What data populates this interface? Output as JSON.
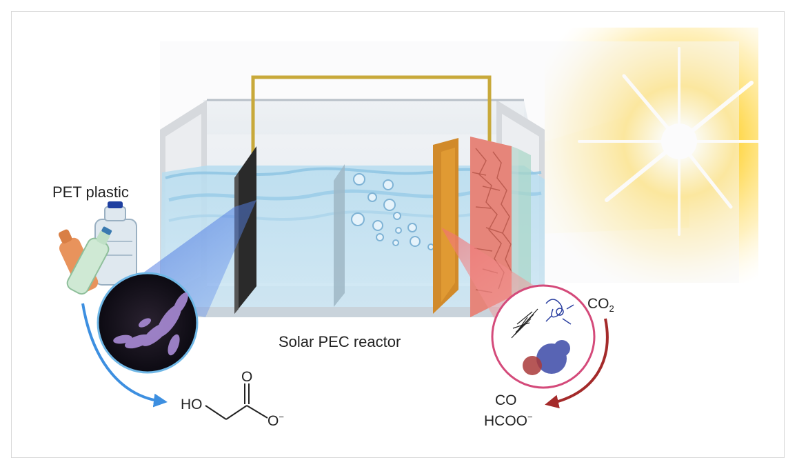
{
  "labels": {
    "pet_plastic": "PET plastic",
    "reactor": "Solar PEC reactor",
    "co2_main": "CO",
    "co2_sub": "2",
    "co": "CO",
    "formate_main": "HCOO",
    "formate_sup": "−",
    "glycolate_ho": "HO",
    "glycolate_o_top": "O",
    "glycolate_o_minus": "O",
    "glycolate_o_minus_sup": "−"
  },
  "colors": {
    "frame_border": "#d8d8d8",
    "wire": "#c8a93a",
    "water": "#a8d4ec",
    "anode": "#2a2a2a",
    "photocathode": "#e6857a",
    "blue_arrow": "#3d8fe0",
    "red_arrow": "#a42a2a",
    "sun_core": "#ffffff",
    "sun_glow": "#ffd23a",
    "zoom_circle_right": "#d44a7a"
  },
  "icons": {
    "plastic_bottles": "pet-bottles-icon",
    "microscope_view": "catalyst-micrograph",
    "enzyme_view": "enzyme-catalyst",
    "sun": "sun-icon"
  }
}
